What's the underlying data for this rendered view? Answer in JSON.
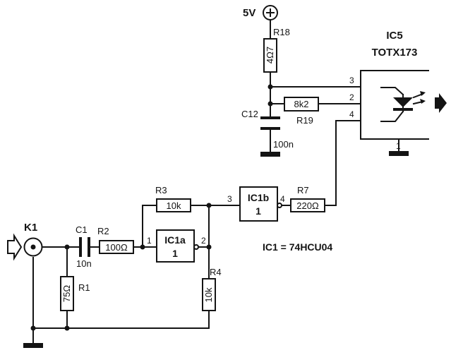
{
  "supply": {
    "label": "5V"
  },
  "ic1_note": "IC1 = 74HCU04",
  "connector": {
    "ref": "K1"
  },
  "capacitors": {
    "C1": {
      "ref": "C1",
      "value": "10n"
    },
    "C12": {
      "ref": "C12",
      "value": "100n"
    }
  },
  "resistors": {
    "R1": {
      "ref": "R1",
      "value": "75Ω"
    },
    "R2": {
      "ref": "R2",
      "value": "100Ω"
    },
    "R3": {
      "ref": "R3",
      "value": "10k"
    },
    "R4": {
      "ref": "R4",
      "value": "10k"
    },
    "R7": {
      "ref": "R7",
      "value": "220Ω"
    },
    "R18": {
      "ref": "R18",
      "value": "4Ω7"
    },
    "R19": {
      "ref": "R19",
      "value": "8k2"
    }
  },
  "gates": {
    "ic1a": {
      "name": "IC1a",
      "sub": "1",
      "pin_in": "1",
      "pin_out": "2"
    },
    "ic1b": {
      "name": "IC1b",
      "sub": "1",
      "pin_in": "3",
      "pin_out": "4"
    }
  },
  "ic5": {
    "ref": "IC5",
    "part": "TOTX173",
    "pins": {
      "p1": "1",
      "p2": "2",
      "p3": "3",
      "p4": "4"
    }
  }
}
